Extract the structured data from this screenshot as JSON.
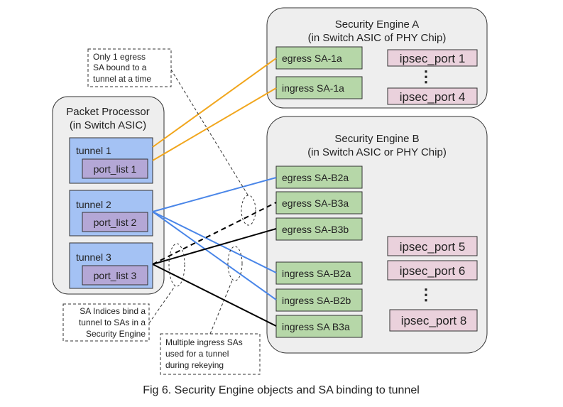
{
  "engine_a": {
    "title_line1": "Security Engine A",
    "title_line2": "(in Switch ASIC of PHY Chip)",
    "sa": [
      "egress SA-1a",
      "ingress SA-1a"
    ],
    "ports": [
      "ipsec_port 1",
      "ipsec_port 4"
    ],
    "ellipsis": "⋮"
  },
  "packet_processor": {
    "title_line1": "Packet Processor",
    "title_line2": "(in Switch ASIC)",
    "tunnels": [
      {
        "label": "tunnel 1",
        "port_list": "port_list 1"
      },
      {
        "label": "tunnel 2",
        "port_list": "port_list 2"
      },
      {
        "label": "tunnel 3",
        "port_list": "port_list 3"
      }
    ]
  },
  "engine_b": {
    "title_line1": "Security Engine B",
    "title_line2": "(in Switch ASIC or PHY Chip)",
    "sa": [
      "egress SA-B2a",
      "egress SA-B3a",
      "egress SA-B3b",
      "ingress SA-B2a",
      "ingress SA-B2b",
      "ingress SA B3a"
    ],
    "ports": [
      "ipsec_port 5",
      "ipsec_port 6",
      "ipsec_port 8"
    ],
    "ellipsis": "⋮"
  },
  "notes": {
    "egress": [
      "Only 1 egress",
      "SA bound to a",
      "tunnel at a time"
    ],
    "sa_indices": [
      "SA Indices bind a",
      "tunnel to SAs in a",
      "Security Engine"
    ],
    "rekey": [
      "Multiple ingress SAs",
      "used for a tunnel",
      "during rekeying"
    ]
  },
  "caption": "Fig 6. Security Engine objects and SA binding to tunnel",
  "colors": {
    "container_fill": "#eeeeee",
    "sa_fill": "#b6d7a8",
    "port_fill": "#ead1dc",
    "tunnel_fill": "#a4c2f4",
    "port_list_fill": "#b4a7d6",
    "orange_line": "#f1a61d",
    "blue_line": "#4a86e8",
    "black_line": "#000000"
  }
}
